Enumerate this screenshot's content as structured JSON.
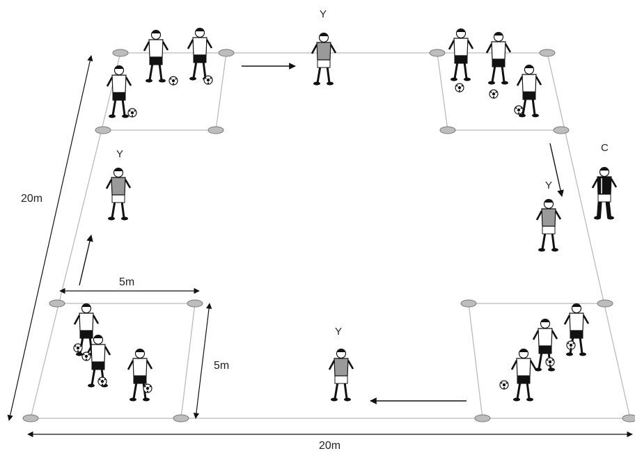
{
  "diagram": {
    "markers": {
      "Y_top": "Y",
      "Y_left": "Y",
      "Y_right": "Y",
      "Y_bottom": "Y",
      "C": "C"
    },
    "dimensions": {
      "left_side": "20m",
      "bottom_side": "20m",
      "grid_width": "5m",
      "grid_height": "5m"
    }
  }
}
